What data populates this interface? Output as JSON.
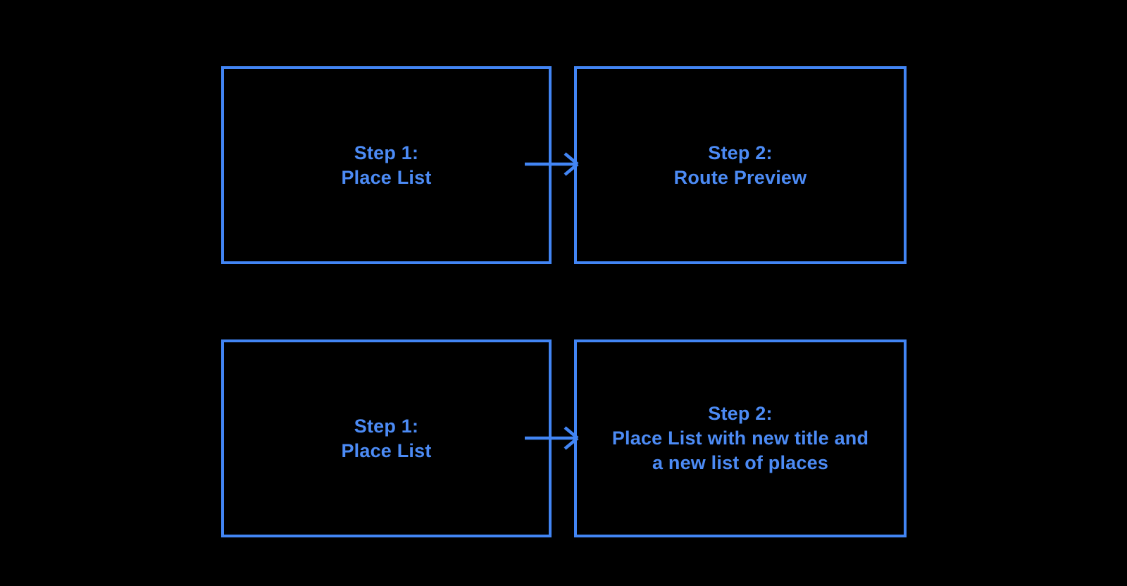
{
  "colors": {
    "background": "#000000",
    "box_border": "#4285F4",
    "text": "#4C8BF5",
    "arrow": "#4285F4"
  },
  "flow": {
    "top": {
      "step1": {
        "line1": "Step 1:",
        "line2": "Place List"
      },
      "step2": {
        "line1": "Step 2:",
        "line2": "Route Preview"
      }
    },
    "bottom": {
      "step1": {
        "line1": "Step 1:",
        "line2": "Place List"
      },
      "step2": {
        "line1": "Step 2:",
        "line2": "Place List with new title and",
        "line3": "a new list of places"
      }
    }
  }
}
